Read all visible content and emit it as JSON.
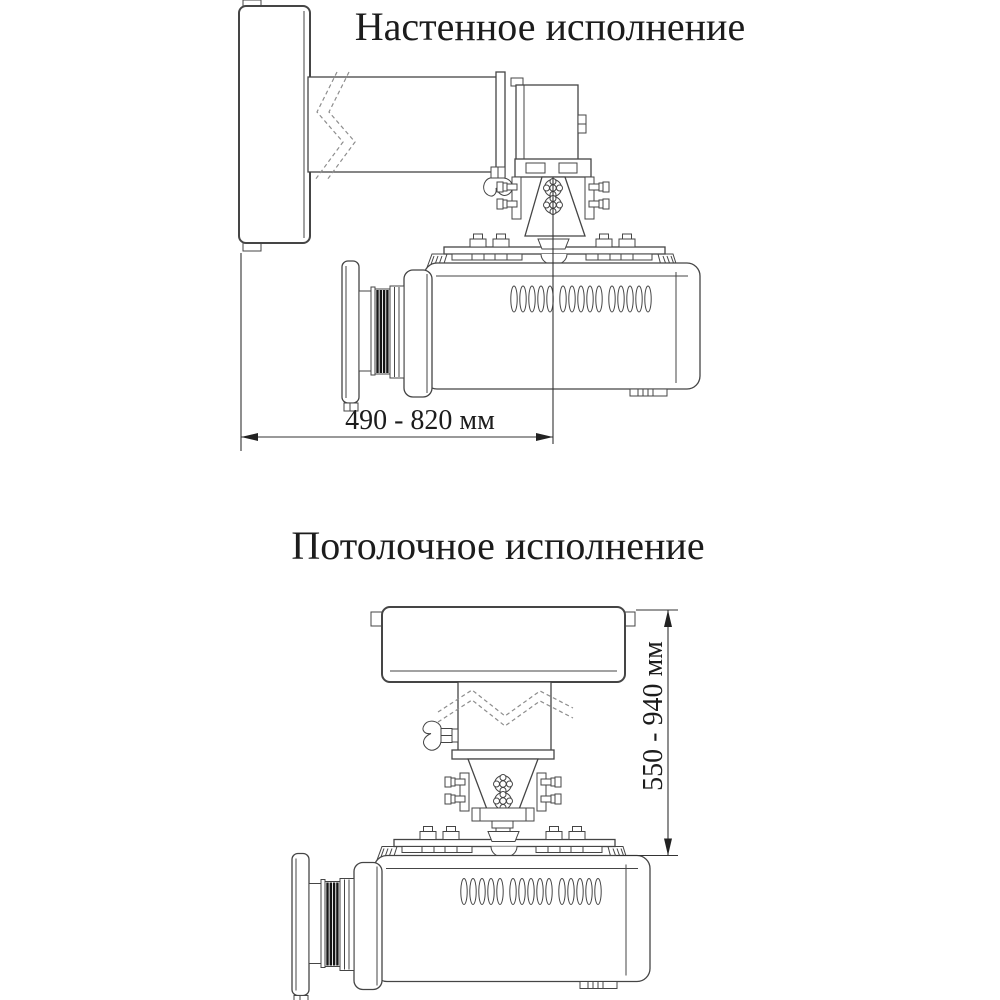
{
  "diagram": {
    "type": "technical-installation-drawing",
    "background_color": "#ffffff",
    "line_color": "#454545",
    "break_line_color": "#8d8d8d",
    "text_color": "#1c1c1c",
    "figures": [
      {
        "id": "wall-mount",
        "title": "Настенное исполнение",
        "dimension_label": "490 - 820 мм",
        "dimension_orientation": "horizontal",
        "dimension_min_mm": 490,
        "dimension_max_mm": 820
      },
      {
        "id": "ceiling-mount",
        "title": "Потолочное исполнение",
        "dimension_label": "550 - 940 мм",
        "dimension_orientation": "vertical",
        "dimension_min_mm": 550,
        "dimension_max_mm": 940
      }
    ]
  }
}
